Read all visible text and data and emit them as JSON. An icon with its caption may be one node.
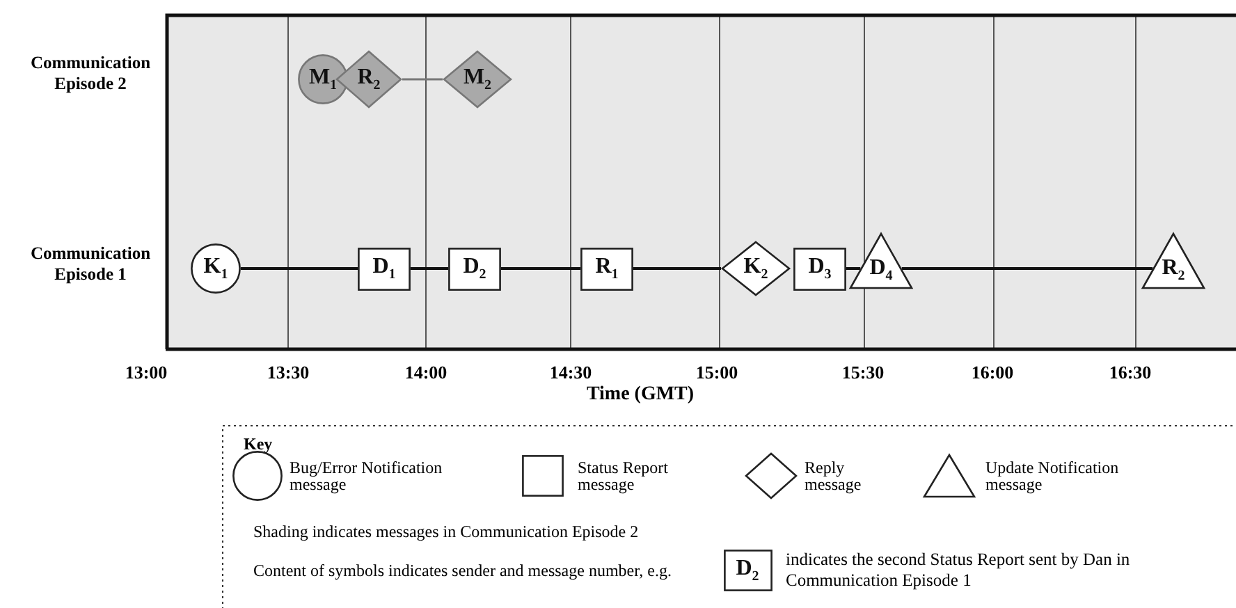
{
  "diagram": {
    "nodes": [
      {
        "text": [
          "M$_{1}$"
        ]
      },
      {
        "text": [
          "R$_{2}$"
        ]
      },
      {
        "text": [
          "M$_{2}$"
        ]
      },
      {
        "text": [
          "K$_{1}$"
        ]
      },
      {
        "text": [
          "D$_{1}$"
        ]
      },
      {
        "text": [
          "D$_{2}$"
        ]
      },
      {
        "text": [
          "R$_{1}$"
        ]
      },
      {
        "text": [
          "K$_{2}$"
        ]
      },
      {
        "text": [
          "D$_{3}$"
        ]
      },
      {
        "text": [
          "D$_{4}$"
        ]
      },
      {
        "text": [
          "R$_{2}$"
        ]
      },
      {
        "text": [
          "D$_{2}$"
        ],
        "beside": [
          "indicates the second Status Report sent by Dan in Communication Episode 1"
        ]
      }
    ],
    "edges": [
      {
        "from": 1,
        "to": 2,
        "arrow": "none",
        "color": "#777777"
      },
      {
        "from": 3,
        "to": 4,
        "arrow": "none"
      },
      {
        "from": 4,
        "to": 5,
        "arrow": "none"
      },
      {
        "from": 5,
        "to": 6,
        "arrow": "none"
      },
      {
        "from": 6,
        "to": 7,
        "arrow": "none"
      },
      {
        "from": 8,
        "to": 9,
        "arrow": "none"
      },
      {
        "from": 9,
        "to": 10,
        "arrow": "none"
      }
    ],
    "labels": [
      "Communication Episode 2",
      "Communication Episode 1",
      "13:00",
      "13:30",
      "14:00",
      "14:30",
      "15:00",
      "15:30",
      "16:00",
      "16:30",
      "Time (GMT)",
      "Key",
      "Shading indicates messages in Communication Episode 2",
      "Content of symbols indicates sender and message number, e.g."
    ],
    "legend": [
      {
        "text": "Bug/Error Notification message"
      },
      {
        "text": "Status Report message"
      },
      {
        "text": "Reply message"
      },
      {
        "text": "Update Notification message"
      }
    ]
  }
}
